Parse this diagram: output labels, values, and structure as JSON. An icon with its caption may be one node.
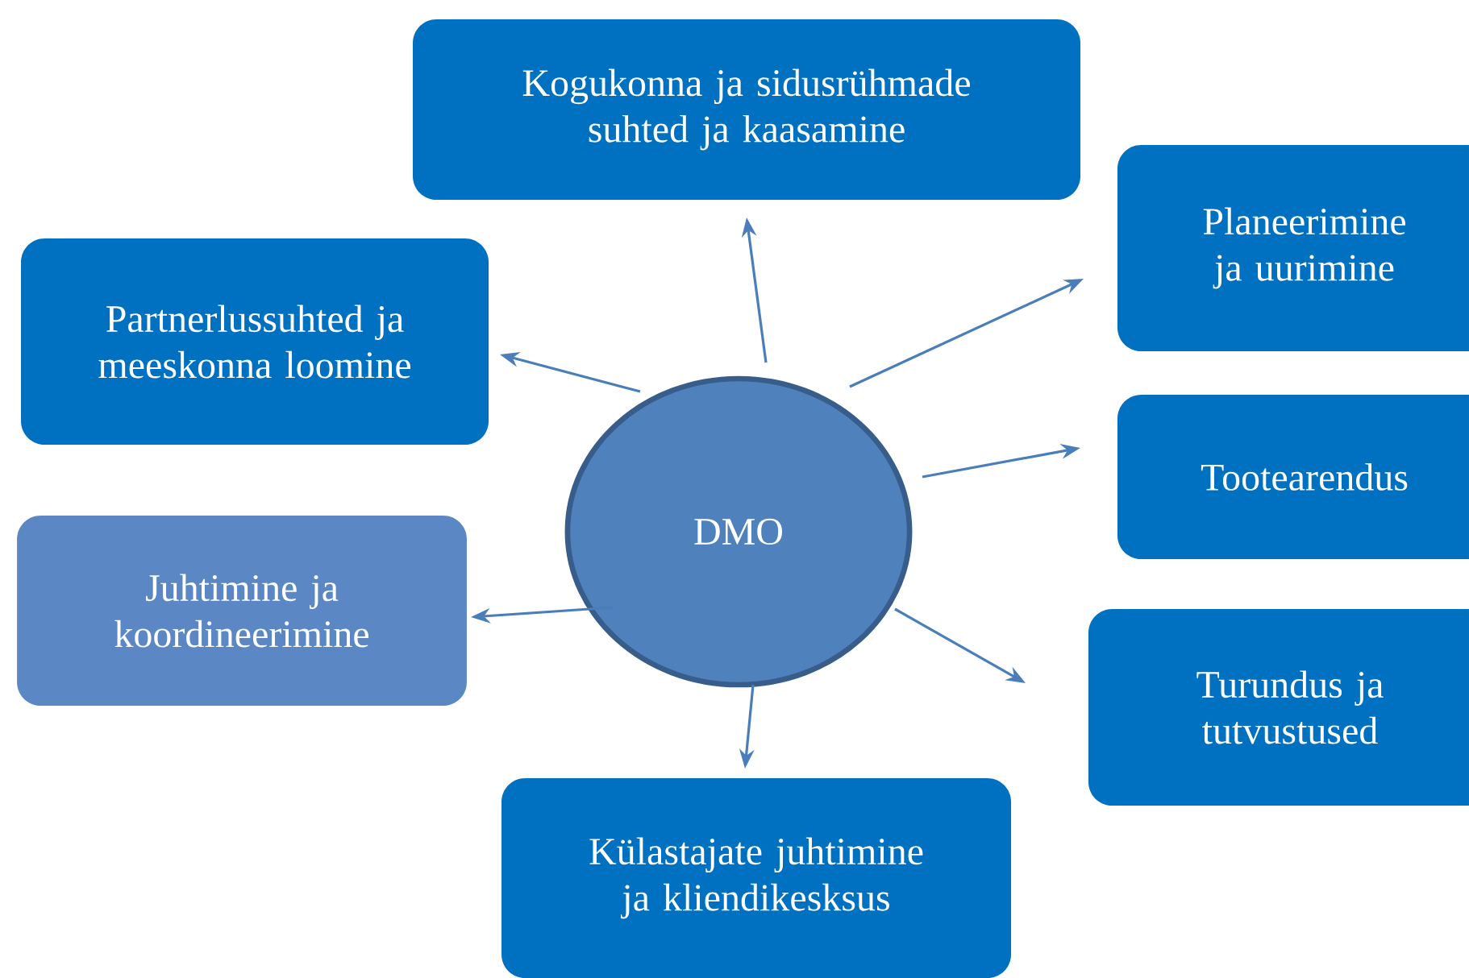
{
  "diagram": {
    "nodes": [
      {
        "text": [
          "DMO"
        ]
      },
      {
        "text": [
          "Kogukonna ja sidusrühmade suhted ja kaasamine"
        ]
      },
      {
        "text": [
          "Planeerimine ja uurimine"
        ]
      },
      {
        "text": [
          "Partnerlussuhted ja meeskonna loomine"
        ]
      },
      {
        "text": [
          "Tootearendus"
        ]
      },
      {
        "text": [
          "Juhtimine ja koordineerimine"
        ]
      },
      {
        "text": [
          "Turundus ja tutvustused"
        ]
      },
      {
        "text": [
          "Külastajate juhtimine ja kliendikesksus"
        ]
      }
    ],
    "edges": [
      {
        "from": 0,
        "to": 1,
        "arrow": "to"
      },
      {
        "from": 0,
        "to": 2,
        "arrow": "to"
      },
      {
        "from": 0,
        "to": 3,
        "arrow": "to"
      },
      {
        "from": 0,
        "to": 4,
        "arrow": "to"
      },
      {
        "from": 0,
        "to": 5,
        "arrow": "to"
      },
      {
        "from": 0,
        "to": 6,
        "arrow": "to"
      },
      {
        "from": 0,
        "to": 7,
        "arrow": "to"
      }
    ]
  }
}
